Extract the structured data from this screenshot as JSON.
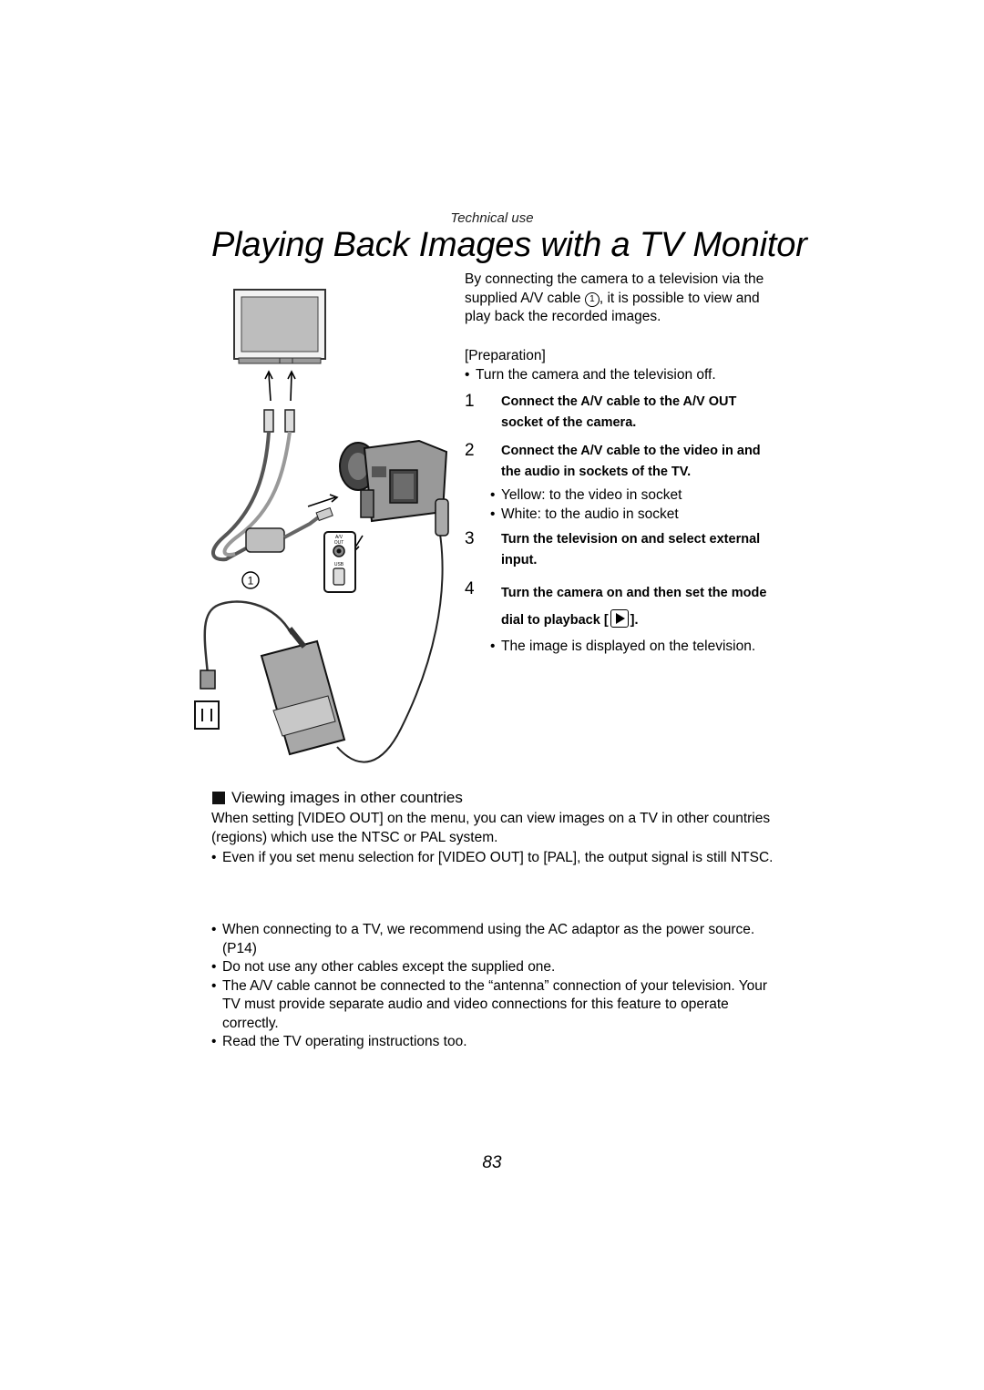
{
  "header": {
    "section_label": "Technical use",
    "title": "Playing Back Images with a TV Monitor"
  },
  "intro": {
    "text_before": "By connecting the camera to a television via the supplied A/V cable ",
    "circled": "1",
    "text_after": ", it is possible to view and play back the recorded images."
  },
  "preparation": {
    "heading": "[Preparation]",
    "bullet": "Turn the camera and the television off."
  },
  "steps": [
    {
      "num": "1",
      "text": "Connect the A/V cable to the A/V OUT socket of the camera."
    },
    {
      "num": "2",
      "text": "Connect the A/V cable to the video in and the audio in sockets of the TV."
    },
    {
      "num": "3",
      "text": "Turn the television on and select external input."
    },
    {
      "num": "4",
      "text_before": "Turn the camera on and then set the mode dial to playback [",
      "text_after": "]."
    }
  ],
  "step2_bullets": [
    "Yellow: to the video in socket",
    "White: to the audio in socket"
  ],
  "step4_bullet": "The image is displayed on the television.",
  "diagram": {
    "callout": "1",
    "port_av": "A/V",
    "port_out": "OUT",
    "port_usb": "USB"
  },
  "other_countries": {
    "heading": "Viewing images in other countries",
    "paragraph": "When setting [VIDEO OUT] on the menu, you can view images on a TV in other countries (regions) which use the NTSC or PAL system.",
    "bullet": "Even if you set menu selection for [VIDEO OUT] to [PAL], the output signal is still NTSC."
  },
  "notes": [
    "When connecting to a TV, we recommend using the AC adaptor as the power source. (P14)",
    "Do not use any other cables except the supplied one.",
    "The A/V cable cannot be connected to the “antenna” connection of your television. Your TV must provide separate audio and video connections for this feature to operate correctly.",
    "Read the TV operating instructions too."
  ],
  "page_number": "83"
}
